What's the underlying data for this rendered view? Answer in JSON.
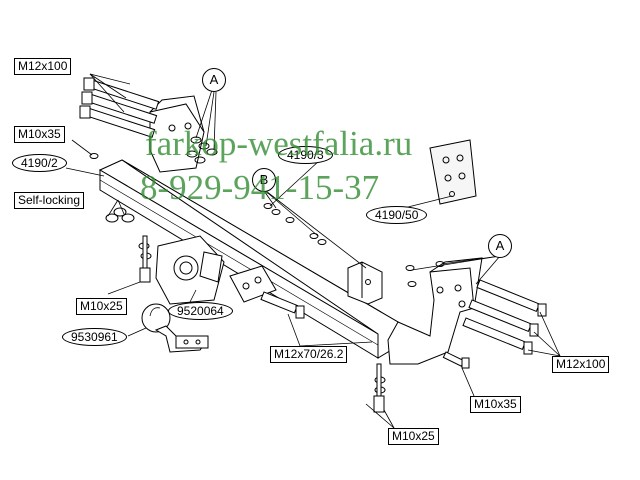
{
  "part_labels": {
    "bolt_m12x100_top": "M12x100",
    "bolt_m10x35_left": "M10x35",
    "part_4190_2": "4190/2",
    "part_self_locking": "Self-locking",
    "bolt_m10x25_left": "M10x25",
    "part_9520064": "9520064",
    "part_9530961": "9530961",
    "bolt_m12x70": "M12x70/26.2",
    "bolt_m10x35_right": "M10x35",
    "bolt_m10x25_bottom": "M10x25",
    "bolt_m12x100_right": "M12x100",
    "part_4190_3": "4190/3",
    "part_4190_50": "4190/50"
  },
  "callouts": {
    "a_top": "A",
    "b": "B",
    "a_right": "A"
  },
  "watermark": {
    "url": "farkop-westfalia.ru",
    "phone": "8-929-941-15-37"
  },
  "colors": {
    "line": "#000000",
    "watermark": "#2f8a2f",
    "background": "#ffffff"
  }
}
